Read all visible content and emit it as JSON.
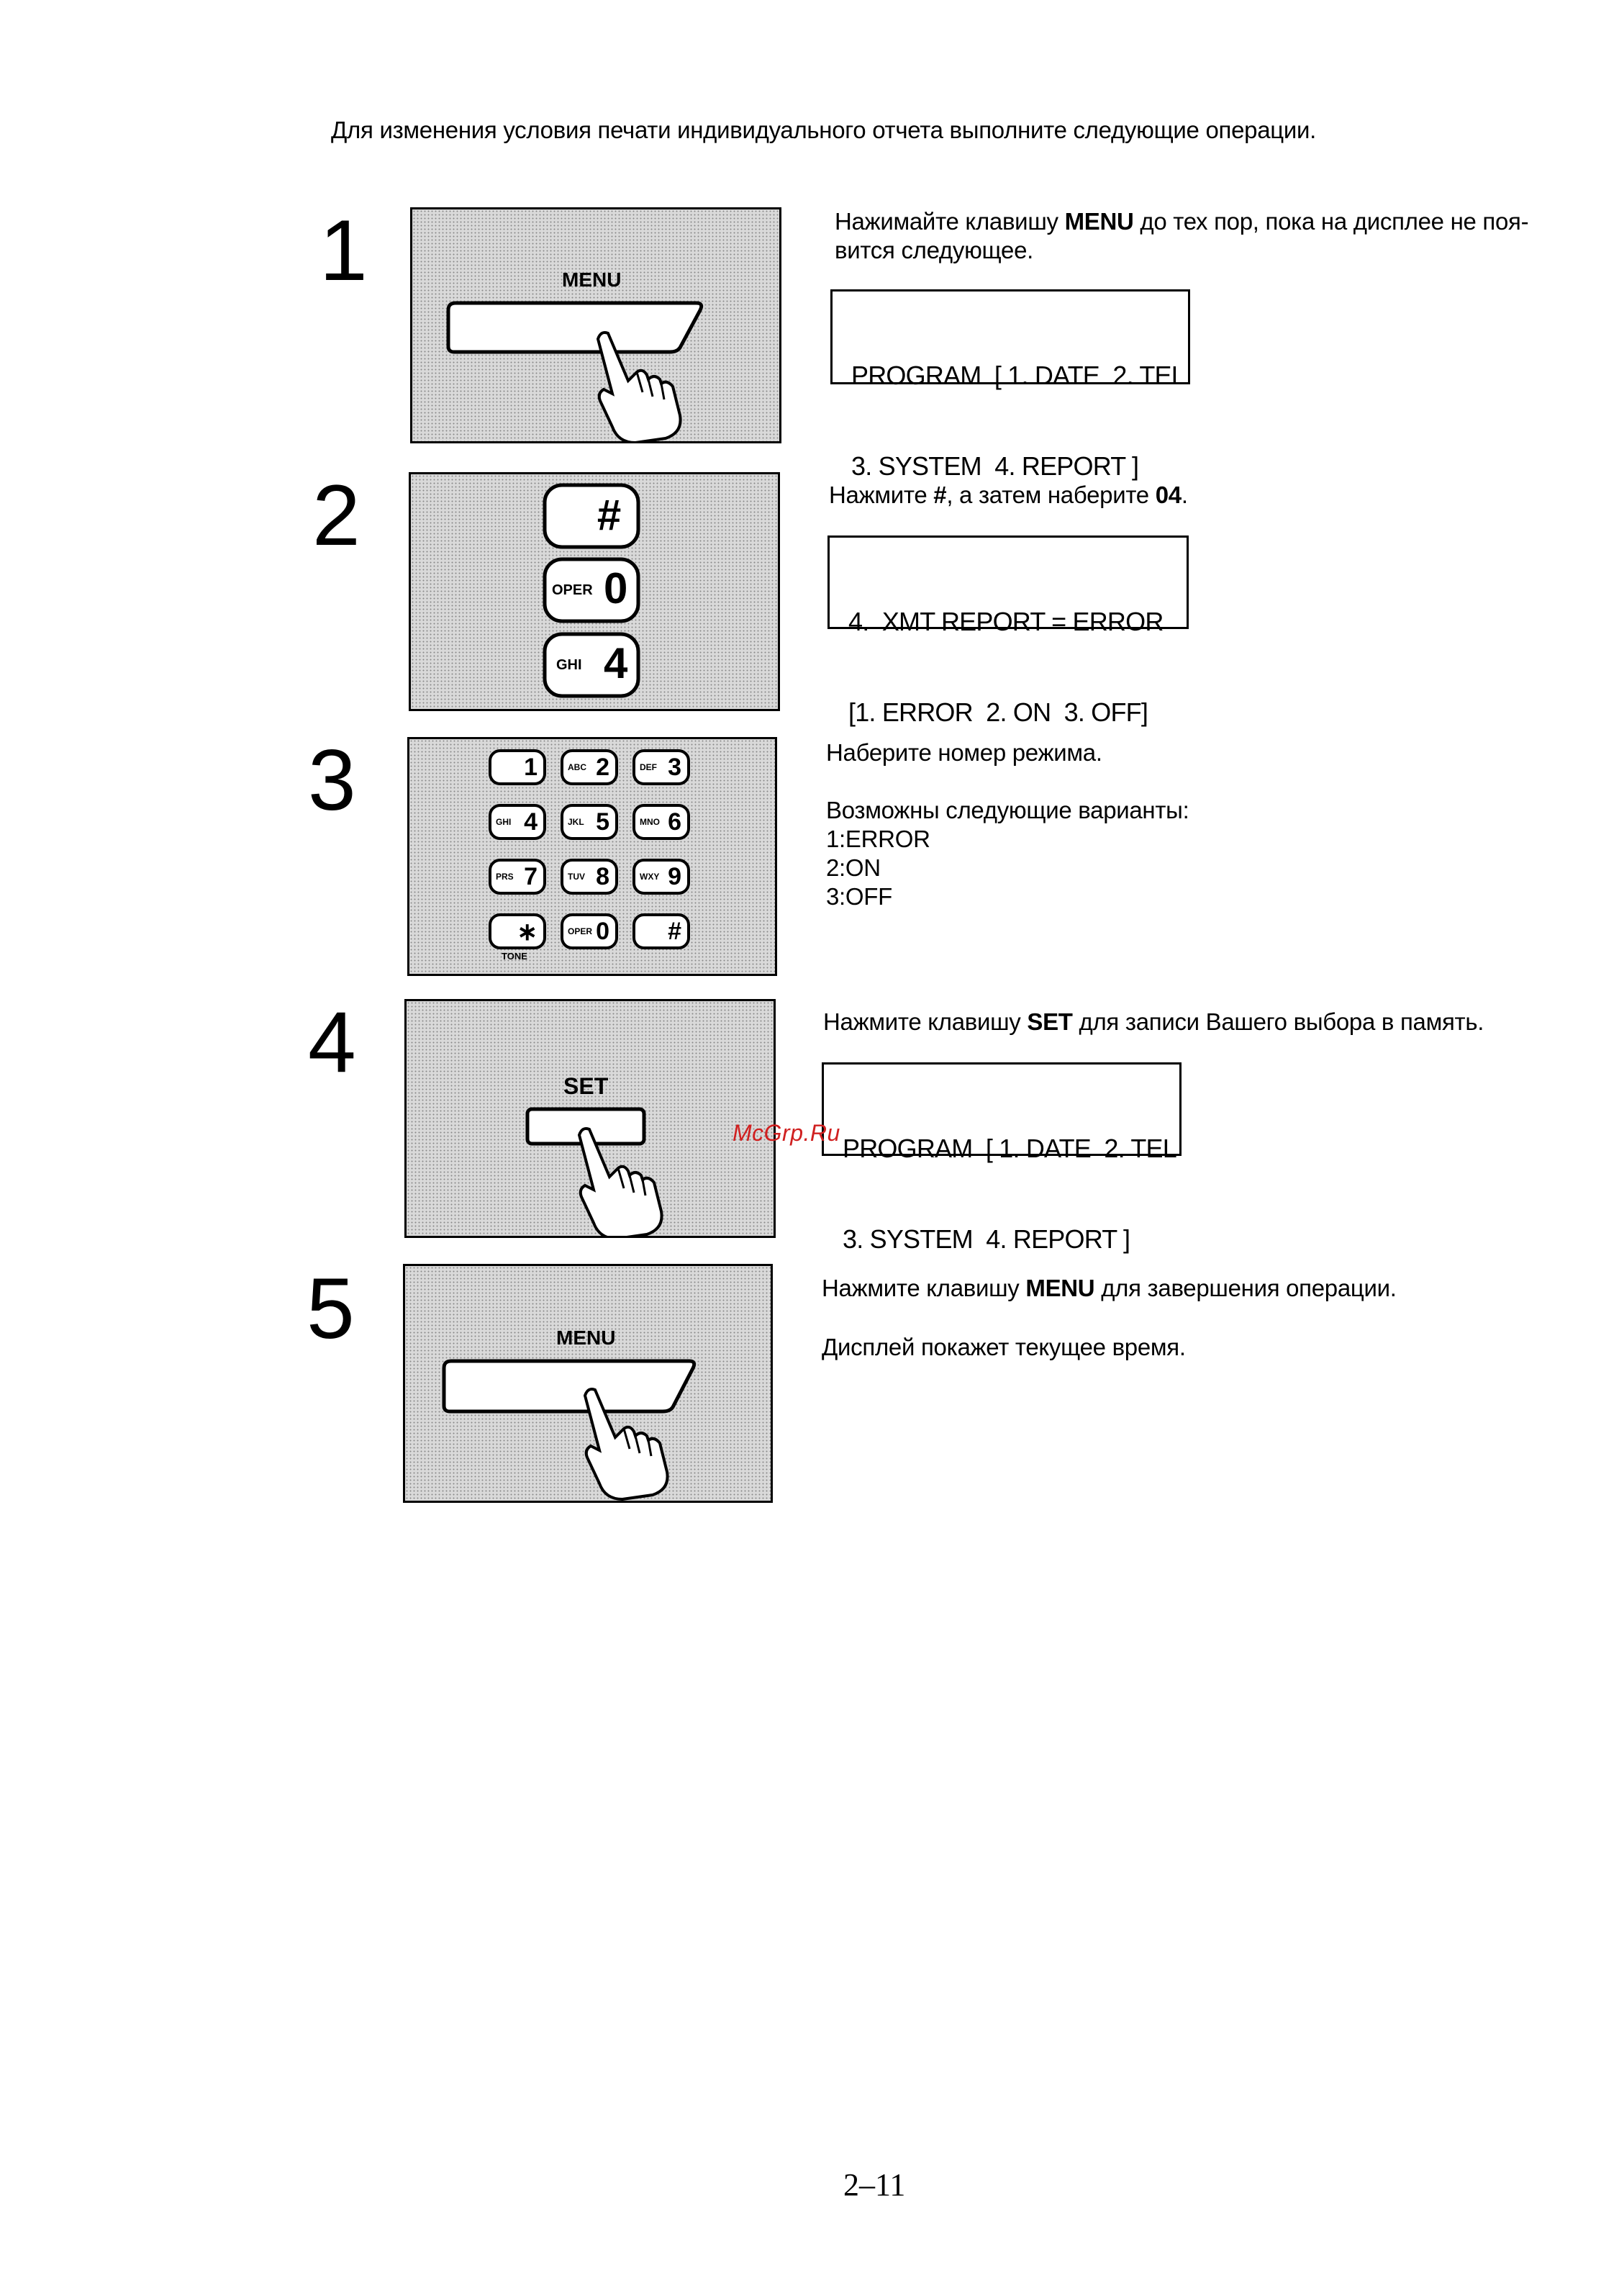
{
  "intro": "Для изменения условия печати индивидуального отчета выполните следующие операции.",
  "steps": [
    {
      "number": "1",
      "key_label": "MENU",
      "desc": {
        "pre": "Нажимайте клавишу ",
        "key": "MENU",
        "post": " до тех пор, пока на дисплее не поя-",
        "line2": "вится следующее."
      },
      "display": [
        "PROGRAM  [ 1. DATE  2. TEL",
        "3. SYSTEM  4. REPORT ]"
      ]
    },
    {
      "number": "2",
      "keys": [
        {
          "sub": "",
          "main": "#"
        },
        {
          "sub": "OPER",
          "main": "0"
        },
        {
          "sub": "GHI",
          "main": "4"
        }
      ],
      "desc": {
        "pre": "Нажмите ",
        "key": "#",
        "mid": ", а затем наберите ",
        "key2": "04",
        "post": "."
      },
      "display": [
        "4.  XMT REPORT = ERROR",
        "[1. ERROR  2. ON  3. OFF]"
      ]
    },
    {
      "number": "3",
      "keypad": [
        {
          "sub": "",
          "main": "1"
        },
        {
          "sub": "ABC",
          "main": "2"
        },
        {
          "sub": "DEF",
          "main": "3"
        },
        {
          "sub": "GHI",
          "main": "4"
        },
        {
          "sub": "JKL",
          "main": "5"
        },
        {
          "sub": "MNO",
          "main": "6"
        },
        {
          "sub": "PRS",
          "main": "7"
        },
        {
          "sub": "TUV",
          "main": "8"
        },
        {
          "sub": "WXY",
          "main": "9"
        },
        {
          "sub": "",
          "main": "∗"
        },
        {
          "sub": "OPER",
          "main": "0"
        },
        {
          "sub": "",
          "main": "#"
        }
      ],
      "tone_label": "TONE",
      "desc": {
        "line1": "Наберите номер режима.",
        "line2": "Возможны следующие варианты:",
        "options": [
          "1:ERROR",
          "2:ON",
          "3:OFF"
        ]
      }
    },
    {
      "number": "4",
      "key_label": "SET",
      "desc": {
        "pre": "Нажмите клавишу ",
        "key": "SET",
        "post": " для записи Вашего выбора в память."
      },
      "display": [
        "PROGRAM  [ 1. DATE  2. TEL",
        "3. SYSTEM  4. REPORT ]"
      ]
    },
    {
      "number": "5",
      "key_label": "MENU",
      "desc": {
        "pre": "Нажмите клавишу ",
        "key": "MENU",
        "post": " для завершения операции.",
        "line2": "Дисплей покажет текущее время."
      }
    }
  ],
  "watermark": "McGrp.Ru",
  "page_number": "2–11"
}
